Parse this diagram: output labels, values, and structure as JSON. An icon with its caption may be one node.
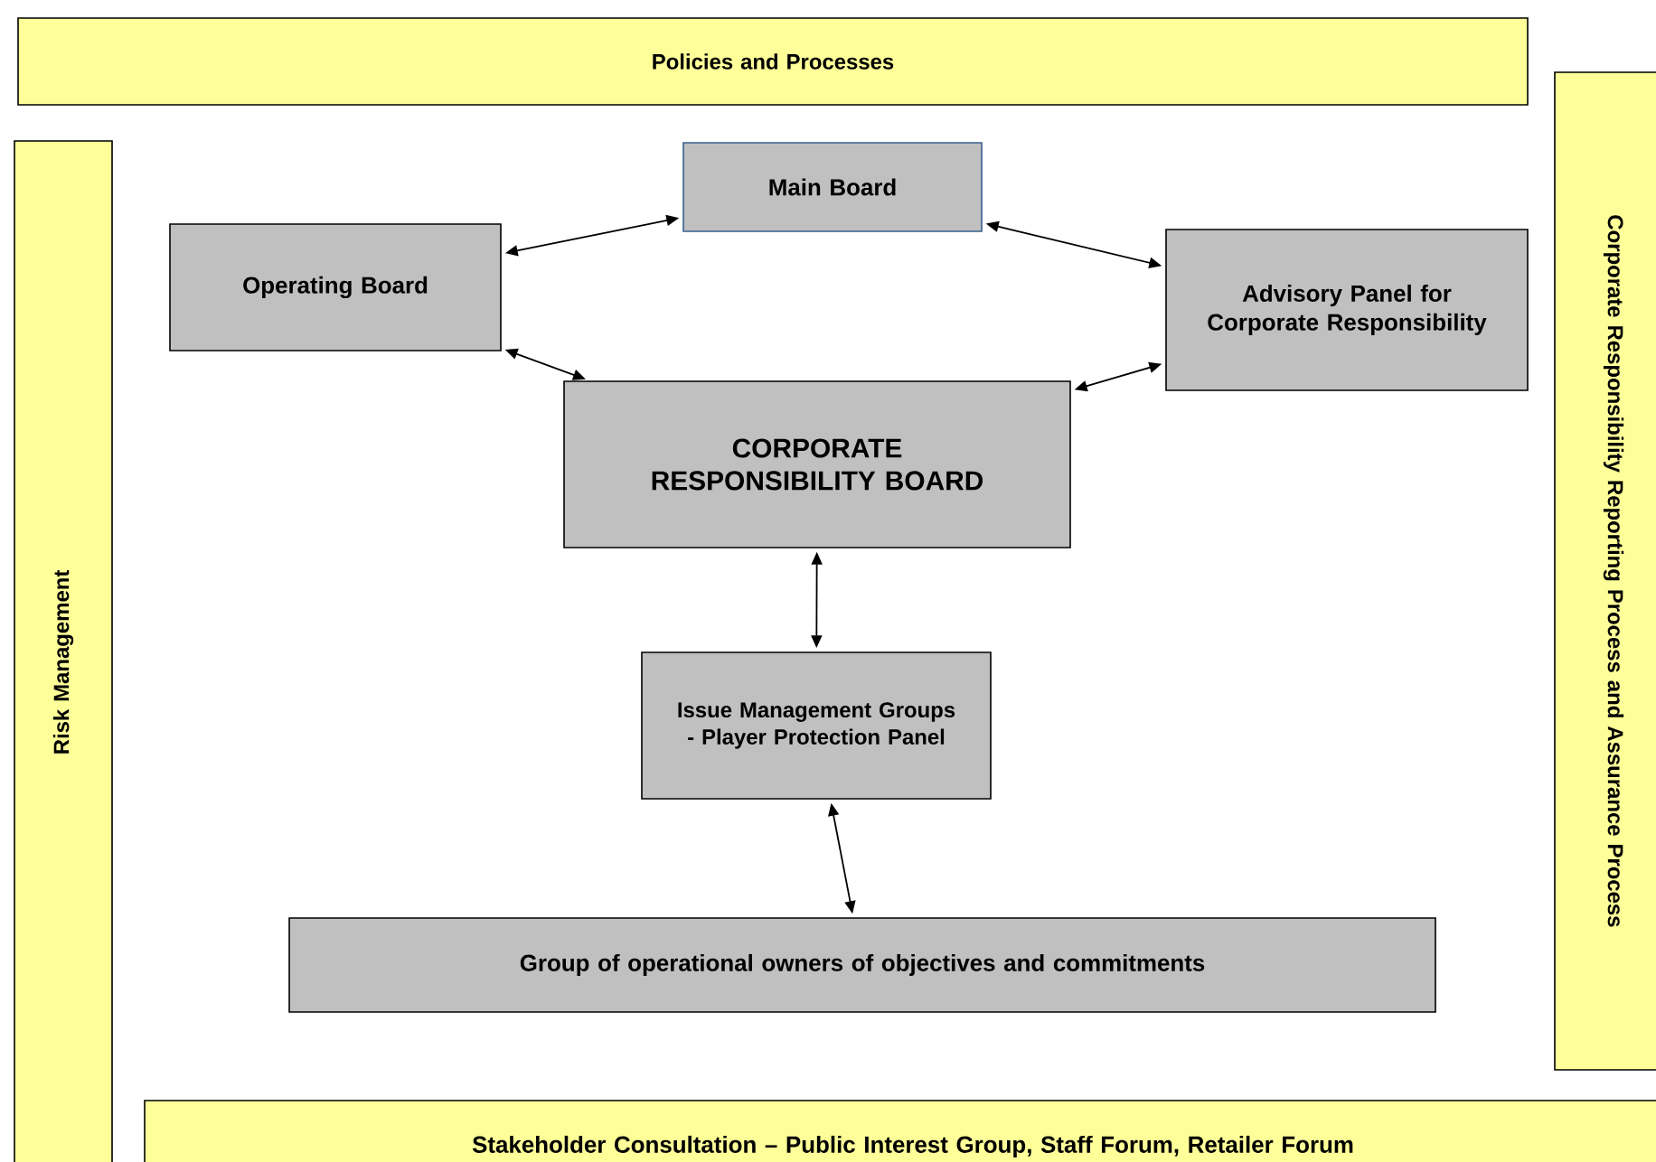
{
  "diagram": {
    "nodes": [
      {
        "text": [
          "Policies and Processes"
        ]
      },
      {
        "text": [
          "Risk Management"
        ]
      },
      {
        "text": [
          "Corporate Responsibility Reporting Process and Assurance Process"
        ]
      },
      {
        "text": [
          "Main Board"
        ]
      },
      {
        "text": [
          "Operating Board"
        ]
      },
      {
        "text": [
          "Advisory Panel for Corporate Responsibility"
        ]
      },
      {
        "text": [
          "CORPORATE RESPONSIBILITY BOARD"
        ]
      },
      {
        "text": [
          "Issue Management Groups",
          "- Player Protection Panel"
        ]
      },
      {
        "text": [
          "Group of operational owners of objectives and commitments"
        ]
      },
      {
        "text": [
          "Stakeholder Consultation – Public Interest Group, Staff Forum, Retailer Forum"
        ]
      }
    ],
    "edges": [
      {
        "from": 4,
        "to": 3,
        "arrow": "both"
      },
      {
        "from": 3,
        "to": 5,
        "arrow": "both"
      },
      {
        "from": 4,
        "to": 6,
        "arrow": "both"
      },
      {
        "from": 5,
        "to": 6,
        "arrow": "both"
      },
      {
        "from": 6,
        "to": 7,
        "arrow": "both"
      },
      {
        "from": 7,
        "to": 8,
        "arrow": "both"
      }
    ]
  }
}
